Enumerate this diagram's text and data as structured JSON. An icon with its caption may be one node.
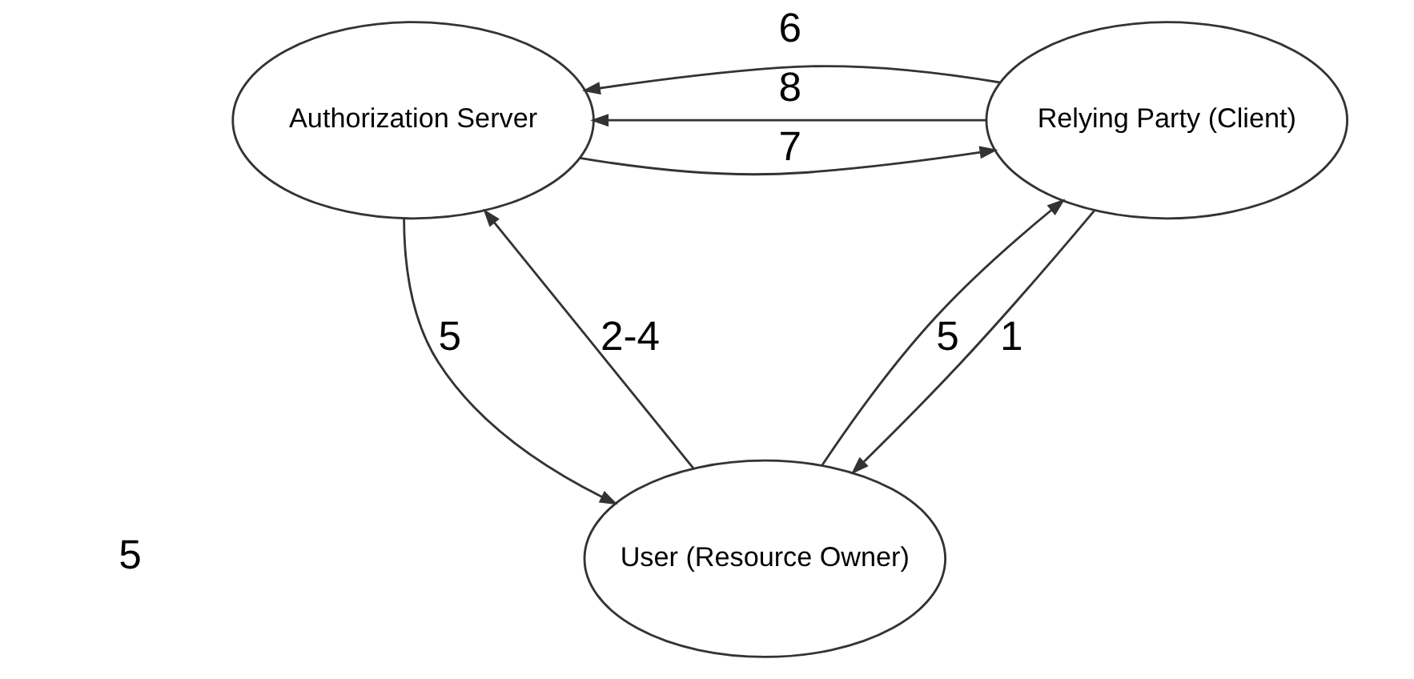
{
  "diagram": {
    "nodes": [
      {
        "text": [
          "Authorization Server"
        ]
      },
      {
        "text": [
          "Relying Party (Client)"
        ]
      },
      {
        "text": [
          "User (Resource Owner)"
        ]
      }
    ],
    "edges": [
      {
        "from": 1,
        "to": 0,
        "arrow": "to",
        "label": "8"
      },
      {
        "from": 0,
        "to": 1,
        "arrow": "to",
        "label": "7"
      },
      {
        "from": 1,
        "to": 0,
        "arrow": "to",
        "label": "6"
      },
      {
        "from": 0,
        "to": 2,
        "arrow": "to",
        "label": "5"
      },
      {
        "from": 2,
        "to": 1,
        "arrow": "to",
        "label": "5"
      },
      {
        "from": 1,
        "to": 2,
        "arrow": "to",
        "label": "1"
      },
      {
        "from": 2,
        "to": 0,
        "arrow": "to",
        "label": "2-4"
      }
    ],
    "labels": [
      "5"
    ]
  }
}
